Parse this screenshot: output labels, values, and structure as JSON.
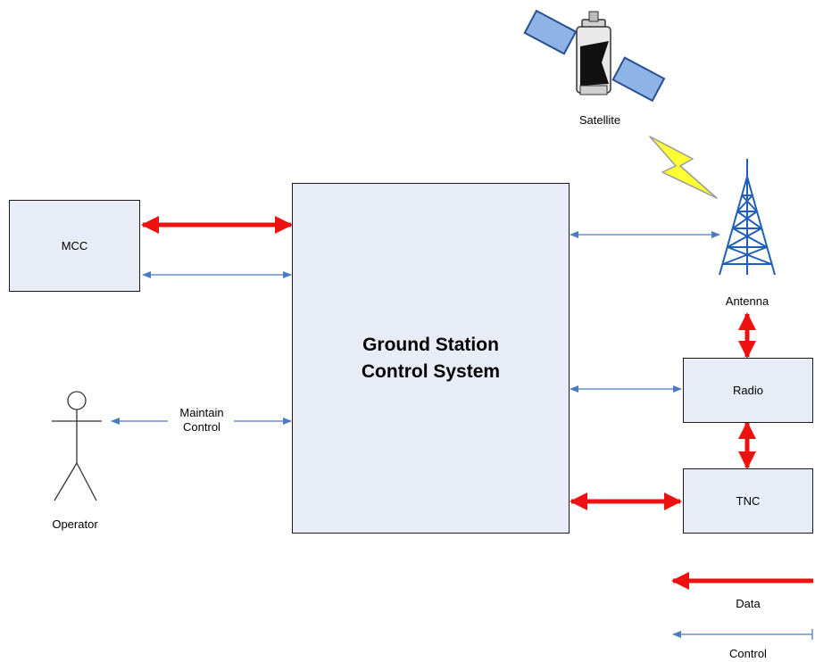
{
  "nodes": {
    "mcc": "MCC",
    "gscs": "Ground Station\nControl System",
    "radio": "Radio",
    "tnc": "TNC",
    "satellite": "Satellite",
    "antenna": "Antenna",
    "operator": "Operator"
  },
  "edge_labels": {
    "operator_link": "Maintain\nControl"
  },
  "legend": {
    "data": "Data",
    "control": "Control"
  },
  "colors": {
    "data": "#ee1111",
    "control": "#4a7bc4",
    "box_fill": "#e7ecf7",
    "lightning": "#ffff33",
    "antenna": "#1f5fb8"
  }
}
